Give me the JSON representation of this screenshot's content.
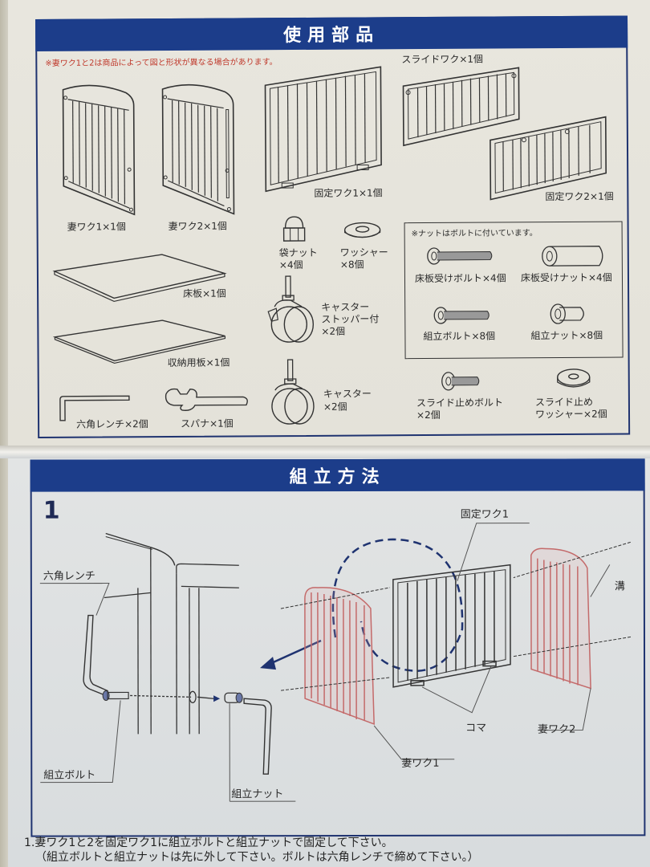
{
  "parts_section": {
    "title": "使用部品",
    "note": "※妻ワク1と2は商品によって図と形状が異なる場合があります。",
    "parts": [
      {
        "id": "end_frame_1",
        "label": "妻ワク1×1個"
      },
      {
        "id": "end_frame_2",
        "label": "妻ワク2×1個"
      },
      {
        "id": "fixed_frame_1",
        "label": "固定ワク1×1個"
      },
      {
        "id": "slide_frame",
        "label": "スライドワク×1個"
      },
      {
        "id": "fixed_frame_2",
        "label": "固定ワク2×1個"
      },
      {
        "id": "cap_nut",
        "label_line1": "袋ナット",
        "label_line2": "×4個"
      },
      {
        "id": "washer",
        "label_line1": "ワッシャー",
        "label_line2": "×8個"
      },
      {
        "id": "floor_board",
        "label": "床板×1個"
      },
      {
        "id": "storage_board",
        "label": "収納用板×1個"
      },
      {
        "id": "caster_stopper",
        "label_line1": "キャスター",
        "label_line2": "ストッパー付",
        "label_line3": "×2個"
      },
      {
        "id": "caster",
        "label_line1": "キャスター",
        "label_line2": "×2個"
      },
      {
        "id": "hex_wrench",
        "label": "六角レンチ×2個"
      },
      {
        "id": "spanner",
        "label": "スパナ×1個"
      },
      {
        "id": "slide_stop_bolt",
        "label_line1": "スライド止めボルト",
        "label_line2": "×2個"
      },
      {
        "id": "slide_stop_washer",
        "label_line1": "スライド止め",
        "label_line2": "ワッシャー×2個"
      }
    ],
    "hardware_box": {
      "note": "※ナットはボルトに付いています。",
      "items": [
        {
          "id": "floor_bolt",
          "label": "床板受けボルト×4個"
        },
        {
          "id": "floor_nut",
          "label": "床板受けナット×4個"
        },
        {
          "id": "assembly_bolt",
          "label": "組立ボルト×8個"
        },
        {
          "id": "assembly_nut",
          "label": "組立ナット×8個"
        }
      ]
    }
  },
  "assembly_section": {
    "title": "組立方法",
    "step_number": "1",
    "callouts": {
      "hex_wrench": "六角レンチ",
      "assembly_bolt": "組立ボルト",
      "assembly_nut": "組立ナット",
      "fixed_frame_1": "固定ワク1",
      "groove": "溝",
      "koma": "コマ",
      "end_frame_1": "妻ワク1",
      "end_frame_2": "妻ワク2"
    },
    "instruction_line1": "1.妻ワク1と2を固定ワク1に組立ボルトと組立ナットで固定して下さい。",
    "instruction_line2": "（組立ボルトと組立ナットは先に外して下さい。ボルトは六角レンチで締めて下さい。）"
  },
  "colors": {
    "banner": "#1c3d8a",
    "border": "#1f3370",
    "note_red": "#c0392b",
    "end_frame_highlight": "#c46a6a"
  }
}
